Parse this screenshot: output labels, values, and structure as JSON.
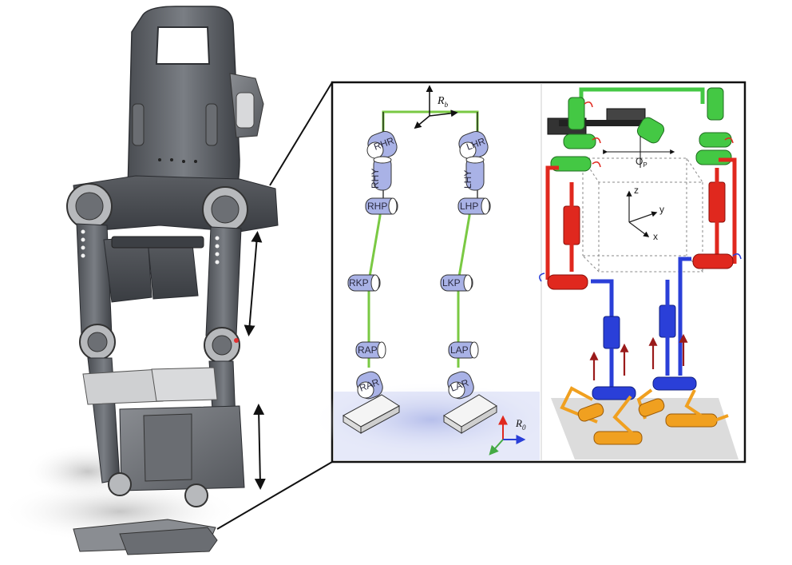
{
  "kinematic_joints": [
    {
      "label": "RHR"
    },
    {
      "label": "RHY"
    },
    {
      "label": "RHP"
    },
    {
      "label": "RKP"
    },
    {
      "label": "RAP"
    },
    {
      "label": "RAR"
    },
    {
      "label": "LHR"
    },
    {
      "label": "LHY"
    },
    {
      "label": "LHP"
    },
    {
      "label": "LKP"
    },
    {
      "label": "LAP"
    },
    {
      "label": "LAR"
    }
  ],
  "frames": {
    "base": {
      "symbol": "R",
      "subscript": "b"
    },
    "world": {
      "symbol": "R",
      "subscript": "0"
    },
    "pelvis_origin": {
      "symbol": "O",
      "subscript": "P"
    }
  },
  "axes_3d": {
    "z": "z",
    "y": "y",
    "x": "x"
  },
  "colors": {
    "link_green": "#7ac943",
    "joint_fill": "#a9b2e6",
    "hip_green": "#44c844",
    "thigh_red": "#e0281e",
    "shank_blue": "#2a3fd8",
    "foot_orange": "#f0a020",
    "force_arrow": "#9a1a1a",
    "frame_border": "#111111"
  }
}
